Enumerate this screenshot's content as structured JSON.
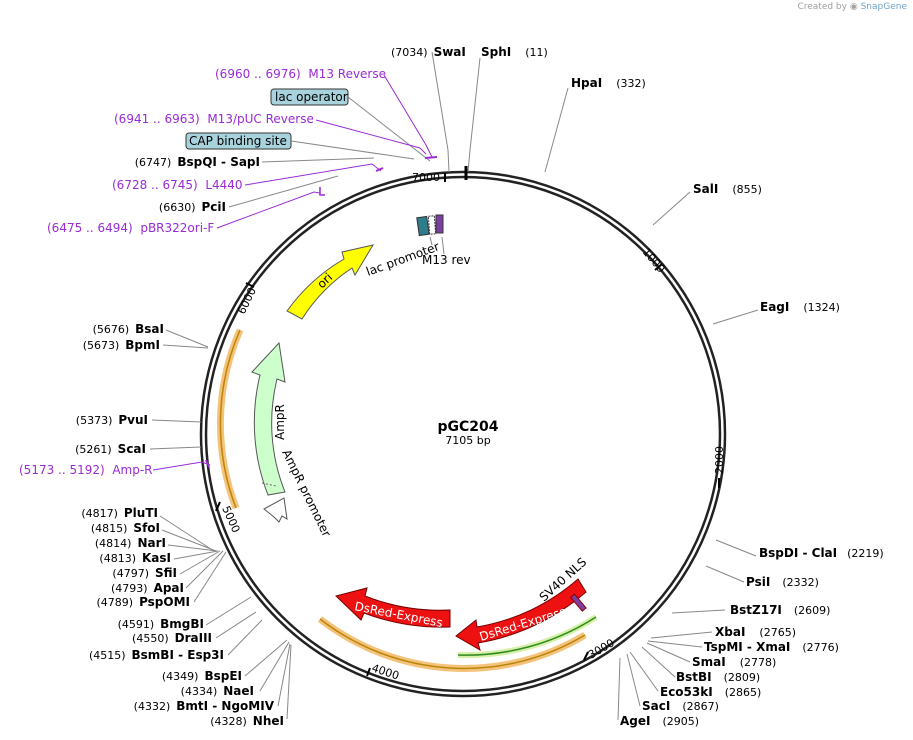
{
  "credit": {
    "prefix": "Created by",
    "brand": "SnapGene"
  },
  "plasmid": {
    "name": "pGC204",
    "size_label": "7105 bp",
    "length": 7105
  },
  "ticks": [
    "1000",
    "2000",
    "3000",
    "4000",
    "5000",
    "6000",
    "7000"
  ],
  "sites": [
    {
      "name": "SwaI",
      "pos": "(7034)"
    },
    {
      "name": "SphI",
      "pos": "(11)"
    },
    {
      "name": "HpaI",
      "pos": "(332)"
    },
    {
      "name": "SalI",
      "pos": "(855)"
    },
    {
      "name": "EagI",
      "pos": "(1324)"
    },
    {
      "name": "BspDI - ClaI",
      "pos": "(2219)"
    },
    {
      "name": "PsiI",
      "pos": "(2332)"
    },
    {
      "name": "BstZ17I",
      "pos": "(2609)"
    },
    {
      "name": "XbaI",
      "pos": "(2765)"
    },
    {
      "name": "TspMI - XmaI",
      "pos": "(2776)"
    },
    {
      "name": "SmaI",
      "pos": "(2778)"
    },
    {
      "name": "BstBI",
      "pos": "(2809)"
    },
    {
      "name": "Eco53kI",
      "pos": "(2865)"
    },
    {
      "name": "SacI",
      "pos": "(2867)"
    },
    {
      "name": "AgeI",
      "pos": "(2905)"
    },
    {
      "name": "NheI",
      "pos": "(4328)"
    },
    {
      "name": "BmtI - NgoMIV",
      "pos": "(4332)"
    },
    {
      "name": "NaeI",
      "pos": "(4334)"
    },
    {
      "name": "BspEI",
      "pos": "(4349)"
    },
    {
      "name": "BsmBI - Esp3I",
      "pos": "(4515)"
    },
    {
      "name": "DraIII",
      "pos": "(4550)"
    },
    {
      "name": "BmgBI",
      "pos": "(4591)"
    },
    {
      "name": "PspOMI",
      "pos": "(4789)"
    },
    {
      "name": "ApaI",
      "pos": "(4793)"
    },
    {
      "name": "SfiI",
      "pos": "(4797)"
    },
    {
      "name": "KasI",
      "pos": "(4813)"
    },
    {
      "name": "NarI",
      "pos": "(4814)"
    },
    {
      "name": "SfoI",
      "pos": "(4815)"
    },
    {
      "name": "PluTI",
      "pos": "(4817)"
    },
    {
      "name": "ScaI",
      "pos": "(5261)"
    },
    {
      "name": "PvuI",
      "pos": "(5373)"
    },
    {
      "name": "BpmI",
      "pos": "(5673)"
    },
    {
      "name": "BsaI",
      "pos": "(5676)"
    },
    {
      "name": "PciI",
      "pos": "(6630)"
    },
    {
      "name": "BspQI - SapI",
      "pos": "(6747)"
    }
  ],
  "primers": [
    {
      "label": "(6960 .. 6976)  M13 Reverse"
    },
    {
      "label": "(6941 .. 6963)  M13/pUC Reverse"
    },
    {
      "label": "(6728 .. 6745)  L4440"
    },
    {
      "label": "(6475 .. 6494)  pBR322ori-F"
    },
    {
      "label": "(5173 .. 5192)  Amp-R"
    }
  ],
  "boxed_features": [
    "lac operator",
    "CAP binding site"
  ],
  "features": {
    "ori": "ori",
    "ampr": "AmpR",
    "ampr_promoter": "AmpR promoter",
    "lac_promoter": "lac promoter",
    "m13_rev": "M13 rev",
    "dsred_1": "DsRed-Express",
    "dsred_2": "DsRed-Express",
    "sv40": "SV40 NLS"
  },
  "colors": {
    "ori": "#ffff00",
    "ampr": "#ccffcc",
    "dsred": "#ee1111",
    "orf_highlight": "#f5c27a",
    "orf_line": "#b8860b",
    "sv40_line": "#2e8b22",
    "sv40_glow": "#d8f0a8",
    "primer": "#9a2bd6",
    "feature_box": "#a8d3dd"
  }
}
